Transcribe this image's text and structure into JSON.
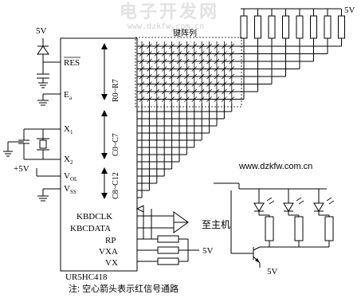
{
  "watermark": {
    "title": "电子开发网",
    "url": "www.dzkfw.com.cn"
  },
  "power": {
    "vcc_top": "5V",
    "vcc_left": "5V",
    "vcc_plus": "+5V",
    "vcc_rp": "5V",
    "vcc_tr": "5V"
  },
  "chip": {
    "name": "UR5HC418",
    "pins": {
      "res": "RES",
      "ea": "E",
      "ea_sub": "a",
      "x1": "X",
      "x1_sub": "1",
      "x2": "X",
      "x2_sub": "2",
      "vol": "V",
      "vol_sub": "OL",
      "vss": "V",
      "vss_sub": "SS"
    },
    "groups": {
      "rows": "R0~R7",
      "cols": "C0~C7",
      "cols2": "C8~C12"
    }
  },
  "keyboard_label": "键阵列",
  "kb_pins": {
    "kbdclk": "KBDCLK",
    "kbdata": "KBCDATA",
    "rp": "RP",
    "vxa": "VXA",
    "vx": "VX"
  },
  "host_label": "至主机",
  "url_text": "www.dzkfw.com.cn",
  "footer_note": "注:  空心箭头表示红信号通路",
  "matrix": {
    "rows": 8,
    "cols": 13
  },
  "pullups": {
    "count": 8
  }
}
